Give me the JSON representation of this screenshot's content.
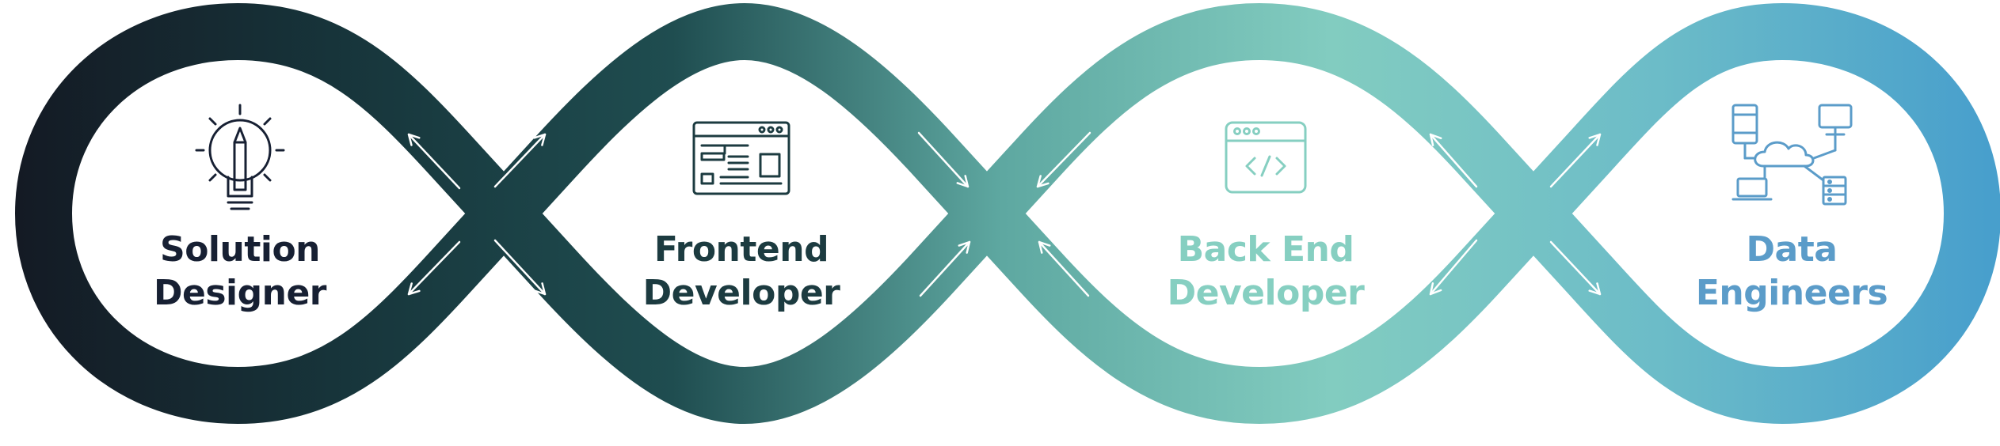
{
  "gradient": {
    "stops": [
      "#141a24",
      "#17353b",
      "#1f4d50",
      "#5ea8a1",
      "#82ccc0",
      "#6cbcc8",
      "#489fcc"
    ]
  },
  "nodes": [
    {
      "icon": "lightbulb-pencil-icon",
      "line1": "Solution",
      "line2": "Designer",
      "color": "#172033"
    },
    {
      "icon": "web-layout-icon",
      "line1": "Frontend",
      "line2": "Developer",
      "color": "#1c3b40"
    },
    {
      "icon": "code-window-icon",
      "line1": "Back End",
      "line2": "Developer",
      "color": "#86cfc1"
    },
    {
      "icon": "cloud-network-icon",
      "line1": "Data",
      "line2": "Engineers",
      "color": "#5b9cc9"
    }
  ],
  "arrows": {
    "color": "#ffffff"
  }
}
